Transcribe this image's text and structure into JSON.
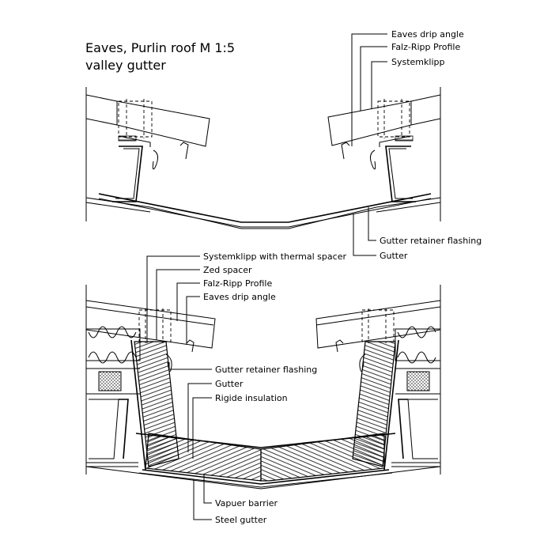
{
  "title": {
    "line1": "Eaves, Purlin roof M 1:5",
    "line2": "valley gutter"
  },
  "top_detail": {
    "labels": {
      "eaves_drip_angle": "Eaves drip angle",
      "falz_ripp_profile": "Falz-Ripp Profile",
      "systemklipp": "Systemklipp",
      "gutter_retainer_flashing": "Gutter retainer flashing",
      "gutter": "Gutter"
    }
  },
  "bottom_detail": {
    "labels": {
      "systemklipp_thermal": "Systemklipp with thermal spacer",
      "zed_spacer": "Zed spacer",
      "falz_ripp_profile": "Falz-Ripp Profile",
      "eaves_drip_angle": "Eaves drip angle",
      "gutter_retainer_flashing": "Gutter retainer flashing",
      "gutter": "Gutter",
      "rigide_insulation": "Rigide insulation",
      "vapuer_barrier": "Vapuer barrier",
      "steel_gutter": "Steel gutter"
    }
  }
}
